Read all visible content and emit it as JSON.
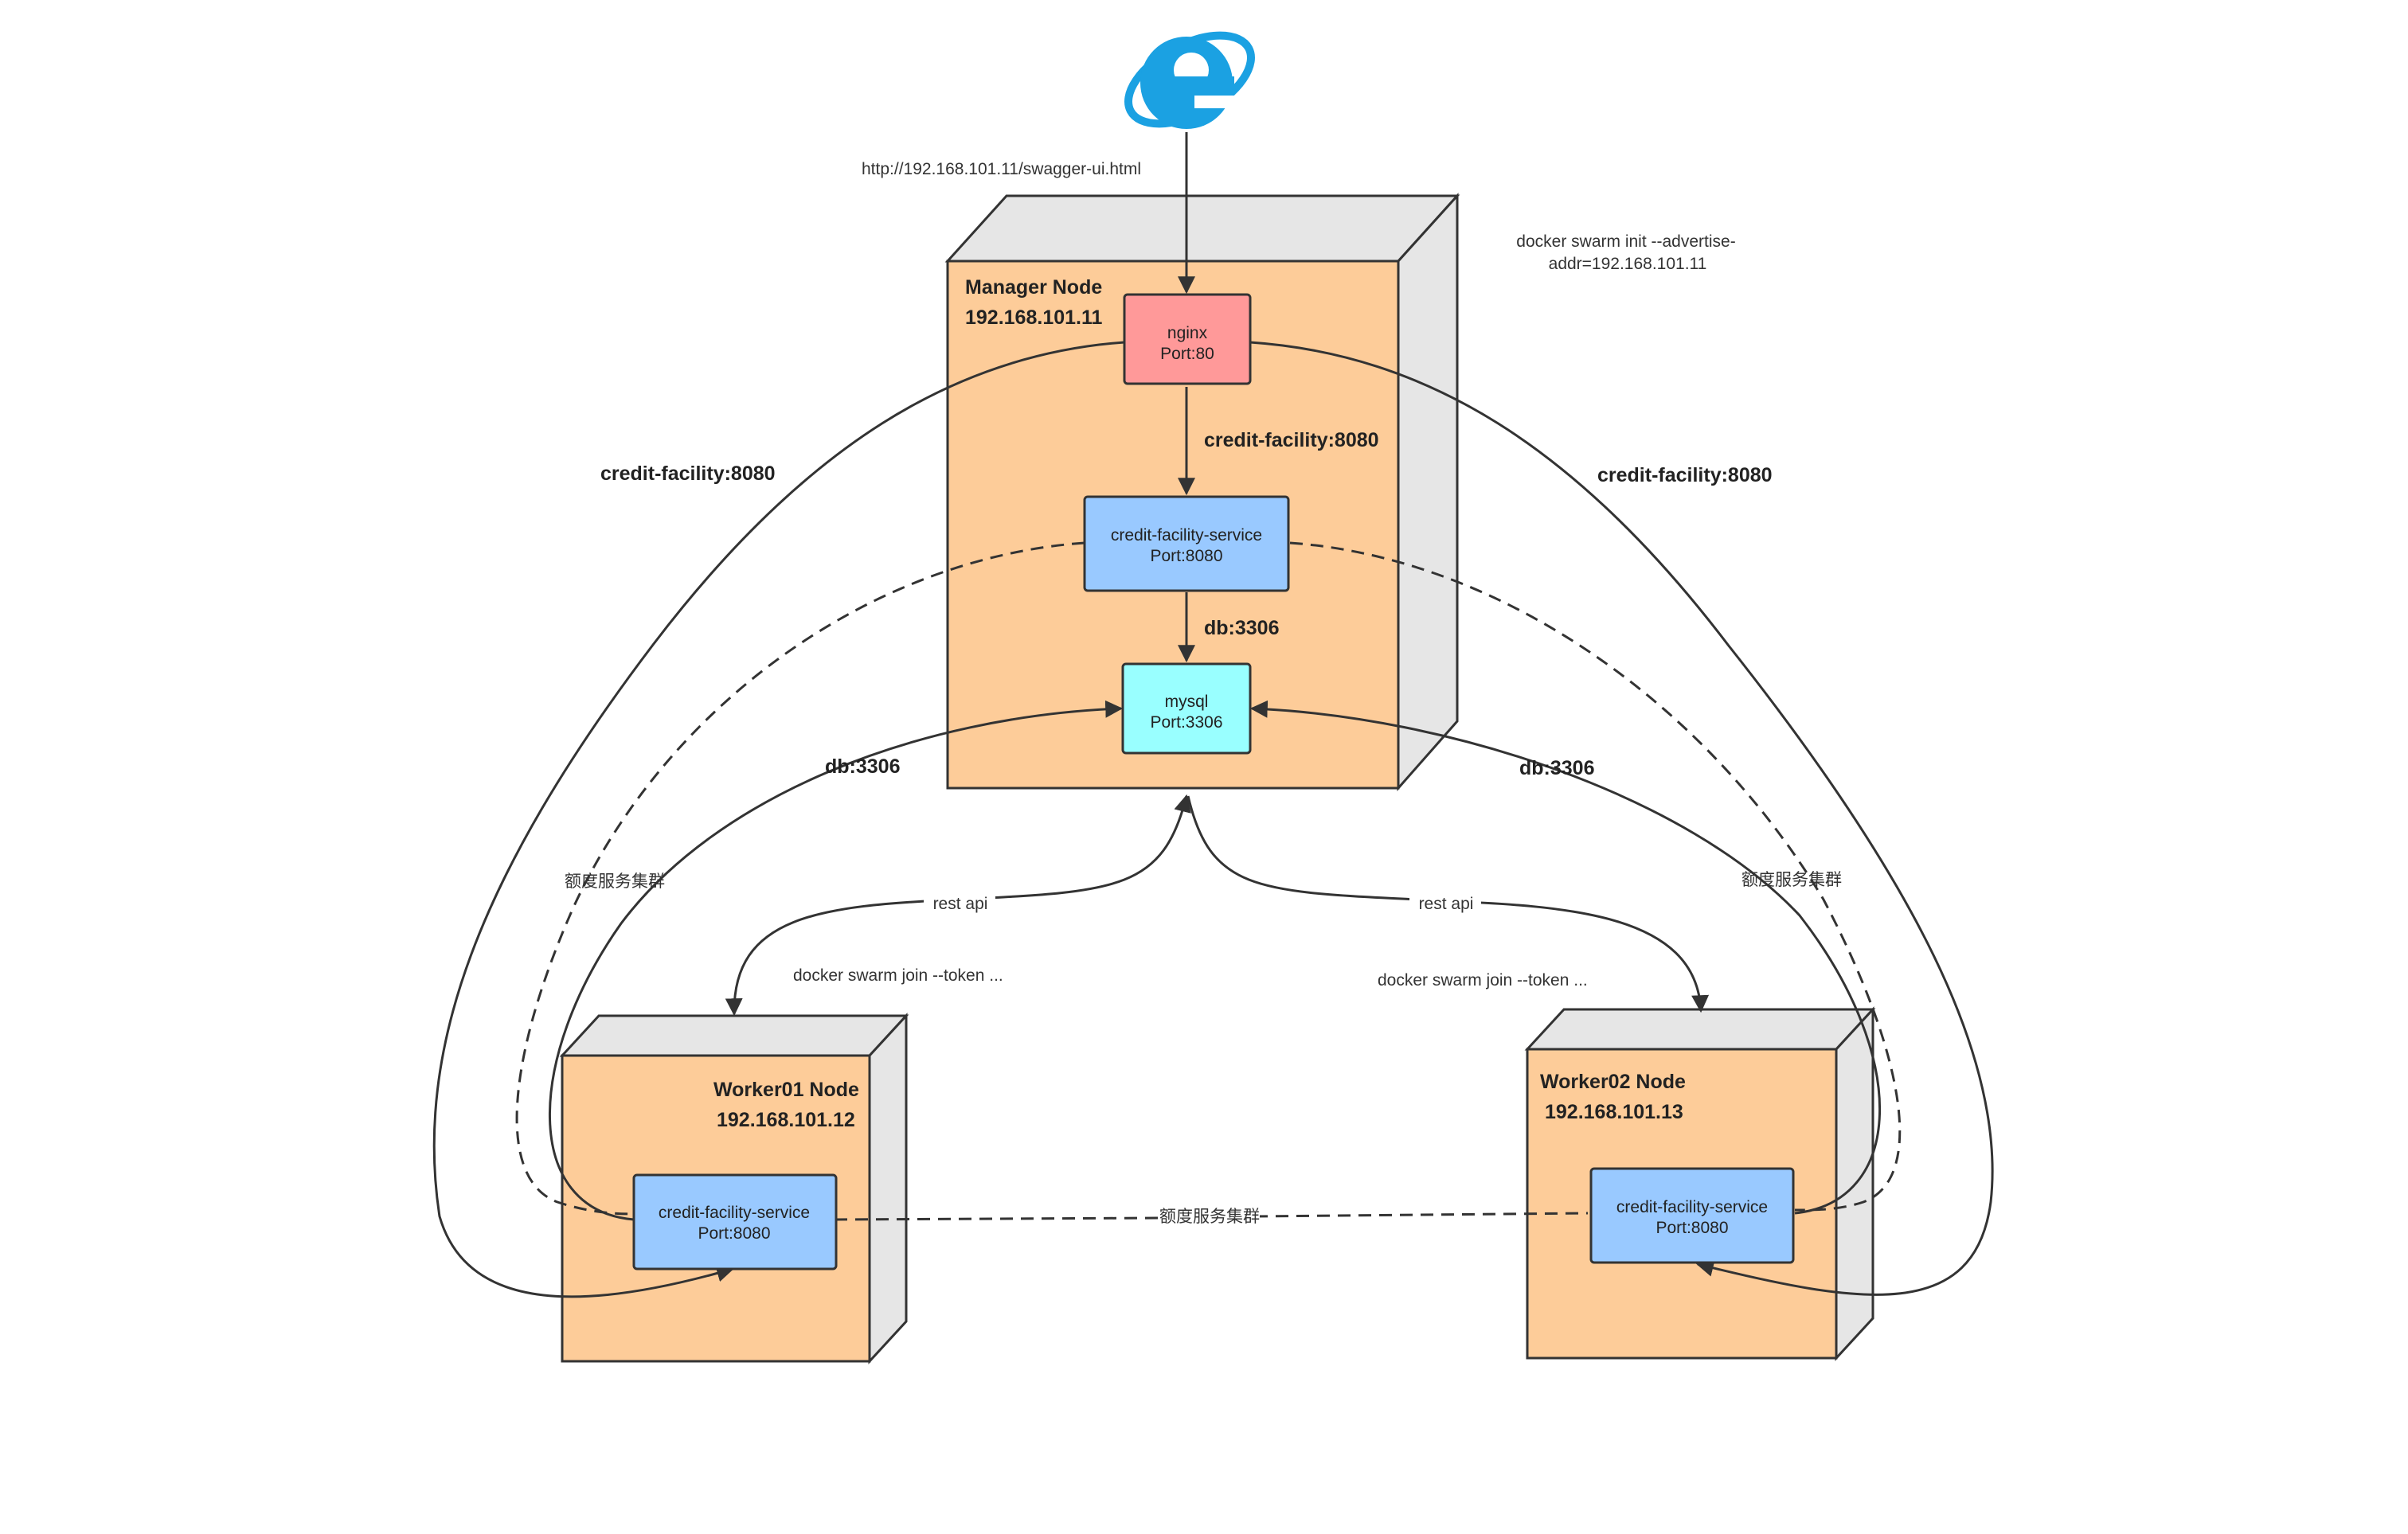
{
  "browser": {
    "icon": "internet-explorer-icon",
    "color": "#1ba1e2"
  },
  "labels": {
    "url": "http://192.168.101.11/swagger-ui.html",
    "swarm_init_line1": "docker swarm init --advertise-",
    "swarm_init_line2": "addr=192.168.101.11",
    "credit_left": "credit-facility:8080",
    "credit_center": "credit-facility:8080",
    "credit_right": "credit-facility:8080",
    "db_center": "db:3306",
    "db_left": "db:3306",
    "db_right": "db:3306",
    "cluster_left": "额度服务集群",
    "cluster_right": "额度服务集群",
    "cluster_bottom": "额度服务集群",
    "rest_left": "rest api",
    "rest_right": "rest api",
    "join_left": "docker swarm join --token ...",
    "join_right": "docker swarm join --token ..."
  },
  "nodes": {
    "manager": {
      "name": "Manager Node",
      "ip": "192.168.101.11"
    },
    "worker01": {
      "name": "Worker01 Node",
      "ip": "192.168.101.12"
    },
    "worker02": {
      "name": "Worker02 Node",
      "ip": "192.168.101.13"
    }
  },
  "services": {
    "nginx": {
      "name": "nginx",
      "port": "Port:80"
    },
    "credit_manager": {
      "name": "credit-facility-service",
      "port": "Port:8080"
    },
    "mysql": {
      "name": "mysql",
      "port": "Port:3306"
    },
    "credit_w1": {
      "name": "credit-facility-service",
      "port": "Port:8080"
    },
    "credit_w2": {
      "name": "credit-facility-service",
      "port": "Port:8080"
    }
  },
  "colors": {
    "node_face": "#fdcc99",
    "node_side": "#e6e6e6",
    "nginx": "#ff9999",
    "credit": "#99c9ff",
    "mysql": "#99ffff",
    "line": "#333333"
  }
}
